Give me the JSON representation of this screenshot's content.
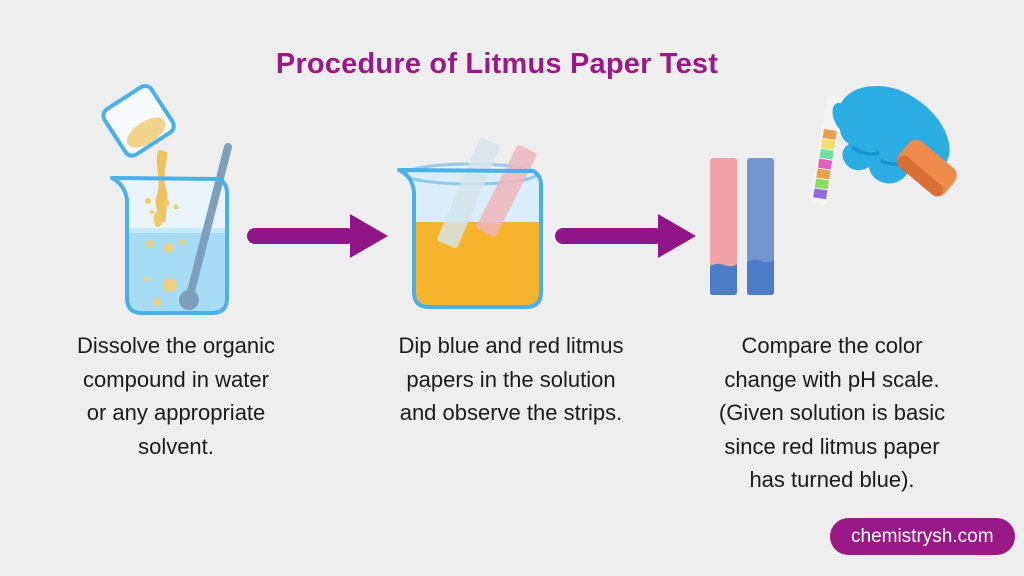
{
  "title": "Procedure of Litmus Paper Test",
  "steps": [
    {
      "id": 1,
      "caption": "Dissolve the organic\ncompound in water\nor any appropriate\nsolvent.",
      "illustration": "beaker-pouring-compound-icon"
    },
    {
      "id": 2,
      "caption": "Dip blue and red litmus\npapers in the solution\nand observe the strips.",
      "illustration": "beaker-litmus-dip-icon"
    },
    {
      "id": 3,
      "caption": "Compare the color\nchange with pH scale.\n(Given solution is basic\nsince red litmus paper\nhas turned blue).",
      "illustration": "litmus-strips-ph-hand-icon"
    }
  ],
  "connectors": {
    "icon": "right-arrow-icon",
    "count": 2
  },
  "footer": {
    "site_label": "chemistrysh.com"
  },
  "colors": {
    "background": "#EFEEEE",
    "title": "#9A1987",
    "body_text": "#1B1B1B",
    "arrow": "#8F1588",
    "badge_background": "#9A1987",
    "badge_text": "#FFFFFF",
    "beaker_outline": "#49B0E8",
    "water": "#A7DCF7",
    "solution": "#F6B42D",
    "red_litmus_strip": "#F2A2A9",
    "blue_litmus_strip": "#7396D2",
    "turned_blue": "#4C7CC5",
    "glove": "#2BACE3",
    "glove_cuff": "#F18B4C",
    "ph_scale_colors": [
      "#E8A04F",
      "#EFE063",
      "#6FE0A0",
      "#E55FC0",
      "#E8A04F",
      "#8BDC63",
      "#8E6BE0"
    ]
  }
}
